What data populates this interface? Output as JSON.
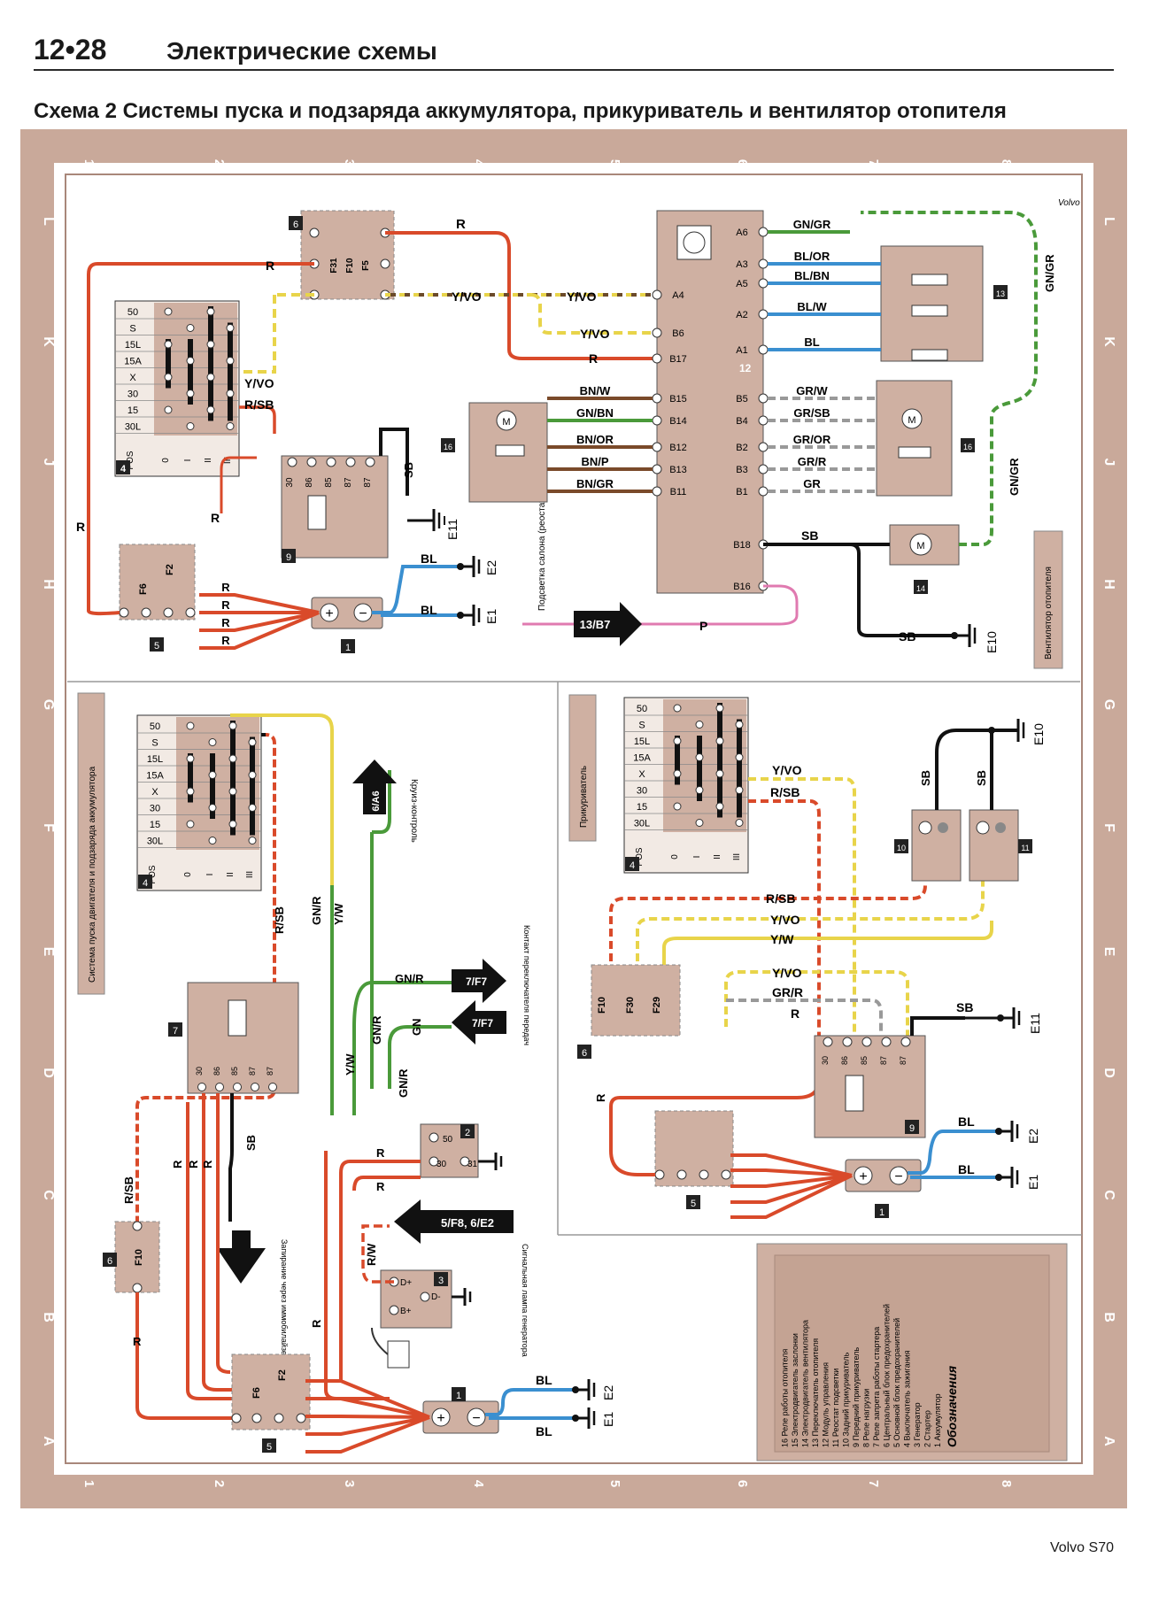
{
  "header": {
    "page_number": "12•28",
    "section_title": "Электрические схемы"
  },
  "subtitle": "Схема 2 Системы пуска и подзаряда аккумулятора, прикуриватель и вентилятор отопителя",
  "footer": {
    "brand": "Volvo",
    "model": "S70"
  },
  "colors": {
    "frame": "#c9a99a",
    "component": "#cfb0a2",
    "red_wire": "#d94a2a",
    "blue_wire": "#3a8fd0",
    "green_wire": "#4a9a3a",
    "yellow_wire": "#e8d44a"
  },
  "grid": {
    "columns": [
      "1",
      "2",
      "3",
      "4",
      "5",
      "6",
      "7",
      "8"
    ],
    "rows": [
      "L",
      "K",
      "J",
      "H",
      "G",
      "F",
      "E",
      "D",
      "C",
      "B",
      "A"
    ]
  },
  "ignition_switch": {
    "positions": [
      "50",
      "S",
      "15L",
      "15A",
      "X",
      "30",
      "15",
      "30L"
    ],
    "columns": [
      "POS",
      "0",
      "I",
      "II",
      "III"
    ]
  },
  "panel_top": {
    "switch_outputs": [
      "Y/VO",
      "R/SB"
    ],
    "fusebox_labels": [
      "F31",
      "F10",
      "F5"
    ],
    "wires_top": [
      "R",
      "R",
      "Y/VO",
      "Y/VO",
      "R"
    ],
    "cem_left_pins": [
      "A4",
      "B6",
      "B17",
      "B15",
      "B14",
      "B12",
      "B13",
      "B11"
    ],
    "cem_right_pins": [
      "A6",
      "A3",
      "A5",
      "A2",
      "A1",
      "B5",
      "B4",
      "B2",
      "B3",
      "B1",
      "B18",
      "B16"
    ],
    "cem_left_wires": [
      "Y/VO",
      "Y/VO",
      "R",
      "BN/W",
      "GN/BN",
      "BN/OR",
      "BN/P",
      "BN/GR"
    ],
    "cem_right_wires": [
      "GN/GR",
      "BL/OR",
      "BL/BN",
      "BL/W",
      "BL",
      "GR/W",
      "GR/SB",
      "GR/OR",
      "GR/R",
      "GR",
      "SB"
    ],
    "relay_pins": [
      "30",
      "86",
      "85",
      "87",
      "87"
    ],
    "ground_labels": [
      "E11",
      "E2",
      "E1",
      "E10"
    ],
    "ground_wires": [
      "SB",
      "BL",
      "BL",
      "SB"
    ],
    "battery_wires": [
      "R",
      "R",
      "R",
      "R"
    ],
    "wire_r_left": "R",
    "wire_r_mid": "R",
    "fuse_labels": [
      "F6",
      "F2"
    ],
    "arrow_label": "13/B7",
    "arrow_wire": "P",
    "fan_wire": "GN/GR",
    "component_numbers": [
      "6",
      "4",
      "9",
      "5",
      "1",
      "12",
      "13",
      "16",
      "14"
    ],
    "rotated_note": "Подсветка салона (реостат)",
    "side_label": "Вентилятор отопителя",
    "logo": "Volvo"
  },
  "panel_bottom_left": {
    "side_label": "Система пуска двигателя и подзаряда аккумулятора",
    "wires": [
      "R/SB",
      "GN/R",
      "Y/W",
      "Y/W",
      "GN/R",
      "GN/R",
      "GN",
      "R/W",
      "SB",
      "R/SB",
      "R",
      "R",
      "R",
      "R",
      "R",
      "R",
      "R"
    ],
    "arrows": [
      "6/A6",
      "7/F7",
      "7/F7",
      "5/F8, 6/E2"
    ],
    "arrow_wires": [
      "GN/R",
      "GN"
    ],
    "starter_pins": [
      "50",
      "30",
      "31"
    ],
    "alternator_pins": [
      "D+",
      "B+",
      "D-"
    ],
    "notes": [
      "Круиз-контроль",
      "Контакт переключателя передач",
      "Сигнальная лампа генератора",
      "Запирание через иммобилайзер"
    ],
    "fuse_labels": [
      "F10",
      "F6",
      "F2"
    ],
    "ground_labels": [
      "E2",
      "E1"
    ],
    "ground_wires": [
      "BL",
      "BL"
    ],
    "component_numbers": [
      "4",
      "7",
      "2",
      "3",
      "6",
      "5",
      "1"
    ]
  },
  "panel_bottom_right": {
    "side_label": "Прикуриватель",
    "wires": [
      "Y/VO",
      "R/SB",
      "R/SB",
      "Y/VO",
      "Y/W",
      "Y/VO",
      "GR/R",
      "R",
      "R",
      "SB",
      "SB",
      "SB",
      "BL",
      "BL"
    ],
    "fuse_labels": [
      "F10",
      "F30",
      "F29"
    ],
    "ground_labels": [
      "E10",
      "E11",
      "E2",
      "E1"
    ],
    "component_numbers": [
      "4",
      "10",
      "11",
      "6",
      "9",
      "5",
      "1"
    ]
  },
  "legend": {
    "title": "Обозначения",
    "items": [
      "1  Аккумулятор",
      "2  Стартер",
      "3  Генератор",
      "4  Выключатель зажигания",
      "5  Основной блок предохранителей",
      "6  Центральный блок предохранителей",
      "7  Реле запрета работы стартера",
      "8  Реле нагрузки",
      "9  Передний прикуриватель",
      "10 Задний прикуриватель",
      "11 Реостат подсветки",
      "12 Модуль управления",
      "13 Переключатель отопителя",
      "14 Электродвигатель вентилятора",
      "15 Электродвигатель заслонки",
      "16 Реле работы отопителя"
    ]
  }
}
